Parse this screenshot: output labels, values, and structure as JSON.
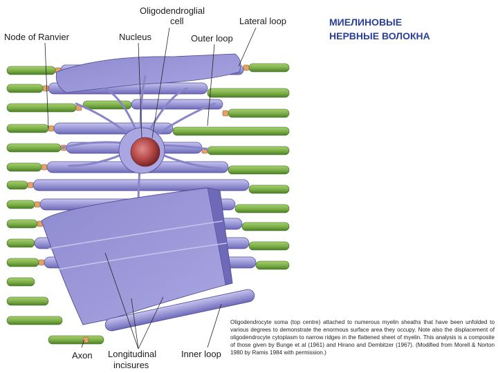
{
  "slide": {
    "title_lines": [
      "МИЕЛИНОВЫЕ",
      "НЕРВНЫЕ ВОЛОКНА"
    ],
    "title_color": "#2a3f9a"
  },
  "diagram": {
    "labels": {
      "node_of_ranvier": "Node of Ranvier",
      "nucleus": "Nucleus",
      "oligodendroglial_cell_line1": "Oligodendroglial",
      "oligodendroglial_cell_line2": "cell",
      "lateral_loop": "Lateral loop",
      "outer_loop": "Outer loop",
      "axon": "Axon",
      "longitudinal_incisures_line1": "Longitudinal",
      "longitudinal_incisures_line2": "incisures",
      "inner_loop": "Inner loop"
    },
    "colors": {
      "axon_green": "#7fb24a",
      "node_orange": "#e0a36a",
      "myelin_lavender": "#9b98d6",
      "myelin_dark": "#6e6ab8",
      "nucleus_red": "#b54848"
    }
  },
  "caption": {
    "text": "Oligodendrocyte soma (top centre) attached to numerous myelin sheaths that have been unfolded to various degrees to demonstrate the enormous surface area they occupy. Note also the displacement of oligodendrocyte cytoplasm to narrow ridges in the flattened sheet of myelin. This analysis is a composite of those given by Bunge et al (1961) and Hirano and Dembitzer (1967). (Modified from Morell & Norton 1980 by Ramis 1984 with permission.)"
  }
}
